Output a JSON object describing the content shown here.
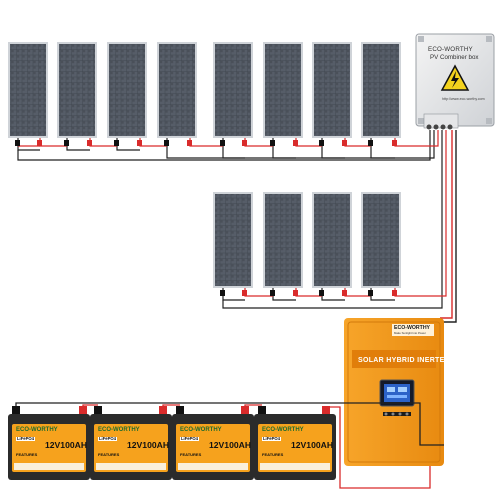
{
  "combiner_box": {
    "brand": "ECO-WORTHY",
    "name": "PV Combiner box",
    "url": "http://www.eco-worthy.com"
  },
  "inverter": {
    "brand": "ECO-WORTHY",
    "subtitle": "Make Sunlight Into Power",
    "title": "SOLAR HYBRID INERTER",
    "body_color": "#f29a1c"
  },
  "battery": {
    "brand": "ECO-WORTHY",
    "chemistry": "LiFePO4",
    "model": "12V100AH",
    "features_label": "FEATURES",
    "count": 4,
    "label_color": "#f6a21d"
  },
  "panels": {
    "top_row_count": 8,
    "middle_row_count": 4
  },
  "colors": {
    "wire_red": "#d92b2b",
    "wire_black": "#222222",
    "panel_cell": "#3a3f47"
  }
}
